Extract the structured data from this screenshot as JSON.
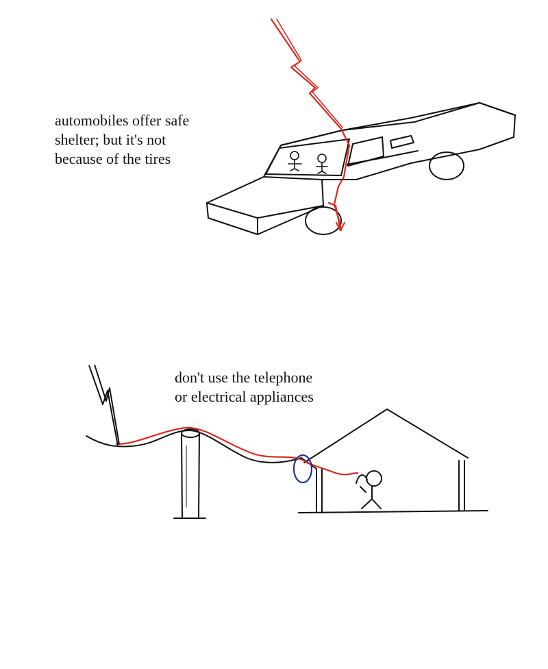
{
  "captions": {
    "car": {
      "line1": "automobiles offer safe",
      "line2": "shelter; but it's not",
      "line3": "because of the tires"
    },
    "phone": {
      "line1": "don't use the telephone",
      "line2": "or electrical appliances"
    }
  },
  "colors": {
    "ink": "#111111",
    "lightning": "#e0261b",
    "highlight_circle": "#1f2fa8",
    "paper": "#ffffff"
  },
  "icons": {
    "car_lightning": "lightning-bolt-icon",
    "phone_lightning": "lightning-bolt-icon",
    "ground_arrow": "arrow-down-icon"
  }
}
